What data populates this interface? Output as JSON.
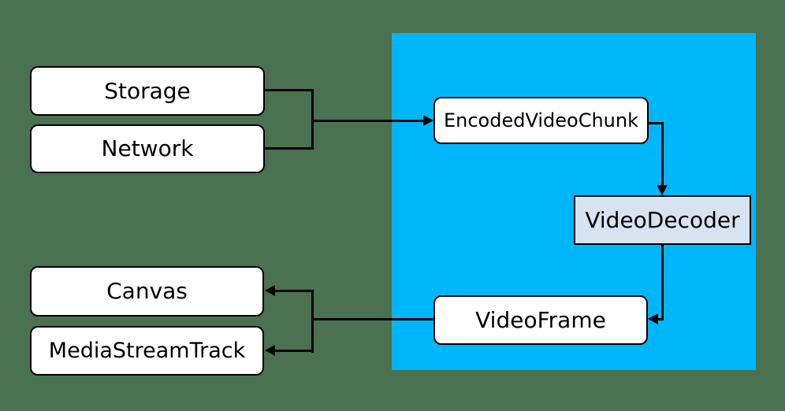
{
  "diagram": {
    "nodes": {
      "storage": {
        "label": "Storage"
      },
      "network": {
        "label": "Network"
      },
      "encoded_video_chunk": {
        "label": "EncodedVideoChunk"
      },
      "video_decoder": {
        "label": "VideoDecoder"
      },
      "video_frame": {
        "label": "VideoFrame"
      },
      "canvas": {
        "label": "Canvas"
      },
      "media_stream_track": {
        "label": "MediaStreamTrack"
      }
    },
    "edges": [
      {
        "from": "Storage",
        "to": "EncodedVideoChunk"
      },
      {
        "from": "Network",
        "to": "EncodedVideoChunk"
      },
      {
        "from": "EncodedVideoChunk",
        "to": "VideoDecoder"
      },
      {
        "from": "VideoDecoder",
        "to": "VideoFrame"
      },
      {
        "from": "VideoFrame",
        "to": "Canvas"
      },
      {
        "from": "VideoFrame",
        "to": "MediaStreamTrack"
      }
    ],
    "colors": {
      "background": "#4a7150",
      "panel": "#00b6fb",
      "node_fill": "#ffffff",
      "decoder_fill": "#d7e3f1",
      "stroke": "#000000"
    }
  }
}
